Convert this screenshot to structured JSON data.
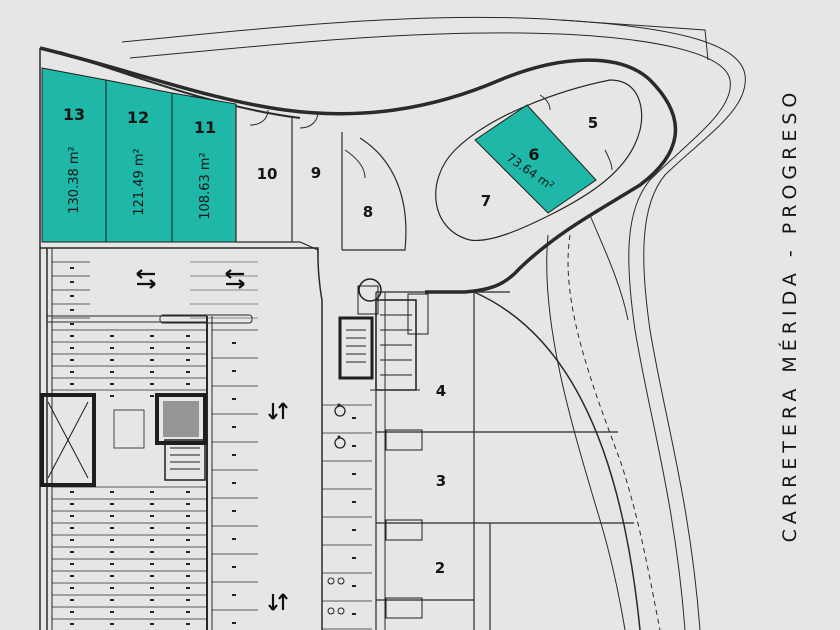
{
  "road_label": "CARRETERA MÉRIDA - PROGRESO",
  "colors": {
    "background": "#e6e6e4",
    "highlight": "#1fb8a8",
    "line": "#1e1e1e"
  },
  "units": [
    {
      "number": "13",
      "area": "130.38 m²",
      "highlighted": true
    },
    {
      "number": "12",
      "area": "121.49 m²",
      "highlighted": true
    },
    {
      "number": "11",
      "area": "108.63 m²",
      "highlighted": true
    },
    {
      "number": "10",
      "area": "",
      "highlighted": false
    },
    {
      "number": "9",
      "area": "",
      "highlighted": false
    },
    {
      "number": "8",
      "area": "",
      "highlighted": false
    },
    {
      "number": "7",
      "area": "",
      "highlighted": false
    },
    {
      "number": "6",
      "area": "73.64 m²",
      "highlighted": true
    },
    {
      "number": "5",
      "area": "",
      "highlighted": false
    },
    {
      "number": "4",
      "area": "",
      "highlighted": false
    },
    {
      "number": "3",
      "area": "",
      "highlighted": false
    },
    {
      "number": "2",
      "area": "",
      "highlighted": false
    }
  ],
  "icons": [
    "two-way-arrow-icon",
    "wheelchair-icon",
    "elevator-icon",
    "stairs-icon",
    "motorcycle-icon"
  ]
}
